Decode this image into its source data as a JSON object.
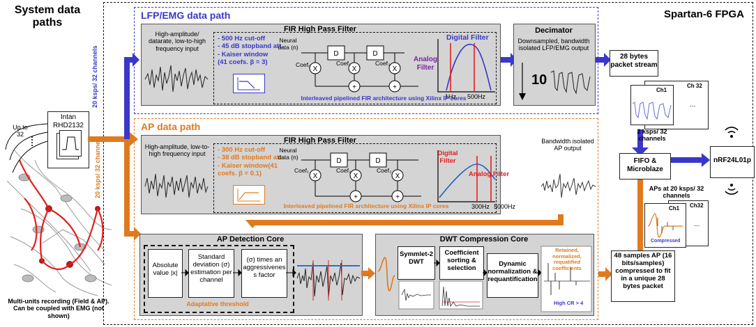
{
  "left": {
    "title": "System data paths",
    "up_to": "Up to 32",
    "intan": "Intan RHD2132",
    "caption": "Multi-units recording (Field & AP). Can be coupled with EMG (not shown)",
    "rate_lfp": "20 ksps/ 32 channels",
    "rate_ap": "20 ksps/ 32 channels"
  },
  "fpga_title": "Spartan-6 FPGA",
  "lfp": {
    "title": "LFP/EMG data path",
    "fir_title": "FIR High Pass Filter",
    "input_desc": "High-amplitude/ datarate, low-to-high frequency input",
    "specs": [
      "- 500 Hz cut-off",
      "- 45 dB stopband att.",
      "- Kaiser window",
      "(41 coefs. β = 3)"
    ],
    "neural": "Neural data (n)",
    "coef": "Coef",
    "d": "D",
    "analog": "Analog Filter",
    "digital": "Digital Filter",
    "f1": "1Hz",
    "f2": "500Hz",
    "arch": "Interleaved pipelined FIR architecture using Xilinx IP cores",
    "dec_title": "Decimator",
    "dec_desc": "Downsampled, bandwidth isolated LFP/EMG output",
    "dec_factor": "10"
  },
  "ap": {
    "title": "AP data path",
    "fir_title": "FIR High Pass Filter",
    "input_desc": "High-amplitude, low-to-high frequency input",
    "specs": [
      "- 300 Hz cut-off",
      "- 38 dB stopband att.",
      "- Kaiser window(41",
      "coefs. β = 0.1)"
    ],
    "neural": "Neural data (n)",
    "digital": "Digital Filter",
    "analog": "Analog Filter",
    "f1": "300Hz",
    "f2": "5000Hz",
    "arch": "Interleaved pipelined FIR architecture using Xilinx IP cores",
    "out_desc": "Bandwidth isolated AP output"
  },
  "detect": {
    "title": "AP Detection Core",
    "b1": "Absolute value |x|",
    "b2": "Standard deviation (σ) estimation per channel",
    "b3": "(σ) times an aggressivenes s factor",
    "threshold": "Adaptative threshold"
  },
  "dwt": {
    "title": "DWT Compression Core",
    "b1": "Symmlet-2 DWT",
    "b2": "Coefficient sorting & selection",
    "b3": "Dynamic normalization & requantification",
    "retained": "Retained, normalized, requatified coefficients",
    "high_cr": "High CR > 4"
  },
  "right": {
    "packet": "28 bytes packet stream",
    "ch1": "Ch1",
    "ch32": "Ch 32",
    "ksps2": "2 ksps/ 32 channels",
    "fifo": "FIFO & Microblaze",
    "nrf": "nRF24L01p",
    "aps": "APs at 20 ksps/ 32 channels",
    "ch1b": "Ch1",
    "ch32b": "Ch32",
    "compressed": "Compressed",
    "samples": "48 samples AP (16 bits/samples) compressed to fit in a unique 28 bytes packet",
    "dots": "..."
  },
  "colors": {
    "blue": "#3a37c9",
    "orange": "#e07a1f",
    "red": "#e02020",
    "gray": "#d4d4d4"
  }
}
